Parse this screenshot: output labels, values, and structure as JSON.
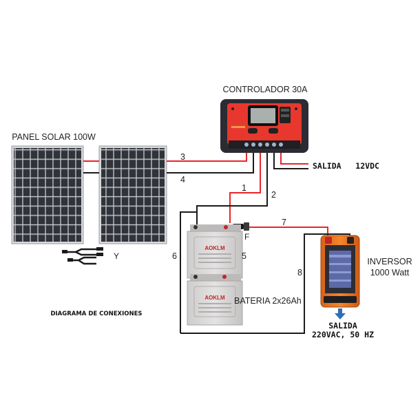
{
  "labels": {
    "panel": "PANEL SOLAR 100W",
    "controller": "CONTROLADOR 30A",
    "output_dc": "SALIDA   12VDC",
    "battery": "BATERIA 2x26Ah",
    "inverter_line1": "INVERSOR",
    "inverter_line2": "1000 Watt",
    "output_ac_line1": "SALIDA",
    "output_ac_line2": "220VAC, 50 HZ",
    "diagram_title": "DIAGRAMA DE CONEXIONES",
    "y_connector": "Y",
    "fuse": "F"
  },
  "wire_numbers": [
    "1",
    "2",
    "3",
    "4",
    "5",
    "6",
    "7",
    "8"
  ],
  "battery_brand": "AOKLM",
  "colors": {
    "positive_wire": "#e8252a",
    "negative_wire": "#1a1a1a",
    "controller_body": "#e8382e",
    "controller_frame": "#2b2b33",
    "inverter_body": "#f07a1e",
    "battery_body": "#d9d6d6",
    "panel_cell": "#2f3238",
    "arrow_blue": "#2f6fb8"
  }
}
